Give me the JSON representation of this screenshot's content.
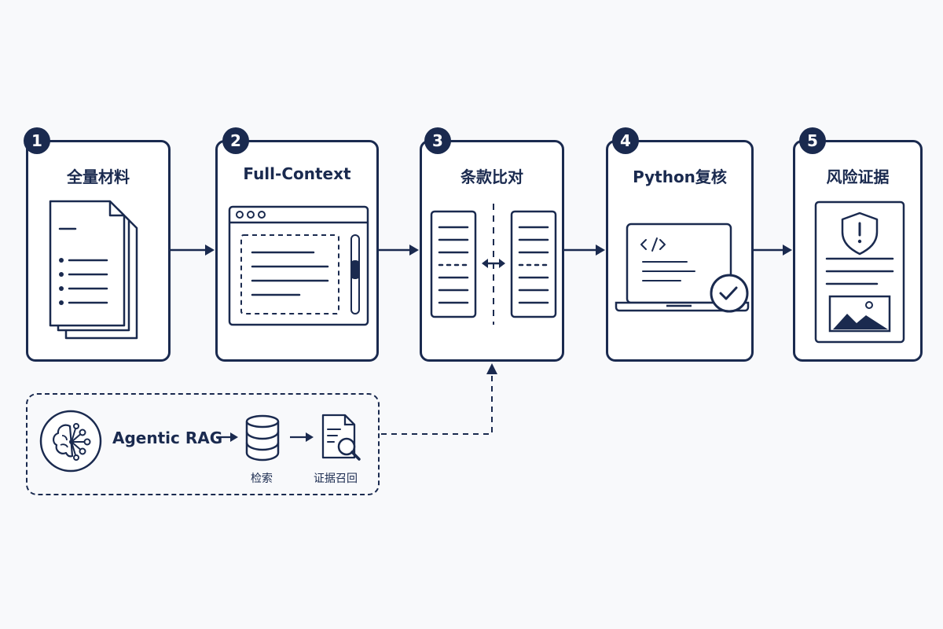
{
  "steps": [
    {
      "number": "1",
      "title": "全量材料",
      "icon": "documents-stack-icon"
    },
    {
      "number": "2",
      "title": "Full-Context",
      "icon": "browser-window-icon"
    },
    {
      "number": "3",
      "title": "条款比对",
      "icon": "compare-columns-icon"
    },
    {
      "number": "4",
      "title": "Python复核",
      "icon": "laptop-code-check-icon"
    },
    {
      "number": "5",
      "title": "风险证据",
      "icon": "shield-alert-report-icon"
    }
  ],
  "rag": {
    "title": "Agentic RAG",
    "retrieve_label": "检索",
    "evidence_label": "证据召回",
    "icons": [
      "brain-network-icon",
      "database-icon",
      "document-search-icon"
    ]
  },
  "colors": {
    "ink": "#1a2a4f",
    "background": "#f8f9fb",
    "card": "#ffffff"
  }
}
